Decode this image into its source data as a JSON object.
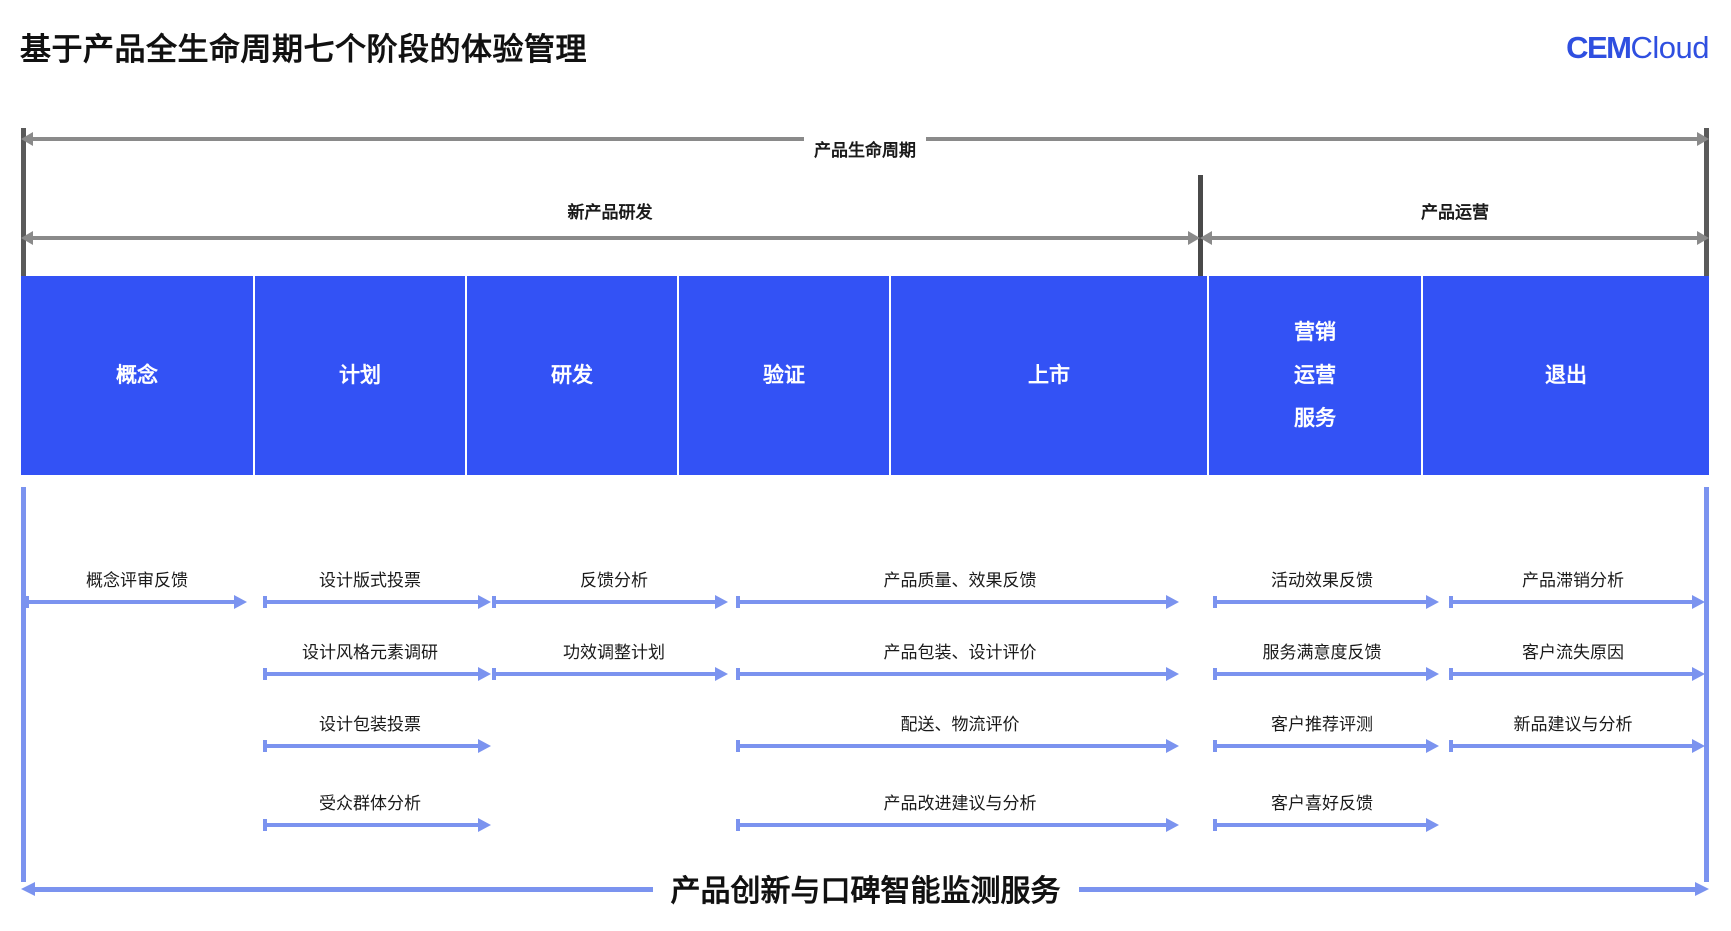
{
  "header": {
    "title": "基于产品全生命周期七个阶段的体验管理",
    "logo_primary": "CEM",
    "logo_secondary": "Cloud",
    "brand_color": "#2f4fe0"
  },
  "timeline": {
    "lifecycle_label": "产品生命周期",
    "phases": [
      {
        "label": "新产品研发"
      },
      {
        "label": "产品运营"
      }
    ]
  },
  "stages": {
    "accent_color": "#3352f5",
    "items": [
      {
        "lines": [
          "概念"
        ]
      },
      {
        "lines": [
          "计划"
        ]
      },
      {
        "lines": [
          "研发"
        ]
      },
      {
        "lines": [
          "验证"
        ]
      },
      {
        "lines": [
          "上市"
        ]
      },
      {
        "lines": [
          "营销",
          "运营",
          "服务"
        ]
      },
      {
        "lines": [
          "退出"
        ]
      }
    ]
  },
  "touchpoints": {
    "arrow_color": "#7b93ef",
    "rows": [
      [
        {
          "label": "概念评审反馈"
        },
        {
          "label": "设计版式投票"
        },
        {
          "label": "反馈分析"
        },
        {
          "label": "产品质量、效果反馈"
        },
        {
          "label": "活动效果反馈"
        },
        {
          "label": "产品滞销分析"
        }
      ],
      [
        {
          "label": "设计风格元素调研"
        },
        {
          "label": "功效调整计划"
        },
        {
          "label": "产品包装、设计评价"
        },
        {
          "label": "服务满意度反馈"
        },
        {
          "label": "客户流失原因"
        }
      ],
      [
        {
          "label": "设计包装投票"
        },
        {
          "label": "配送、物流评价"
        },
        {
          "label": "客户推荐评测"
        },
        {
          "label": "新品建议与分析"
        }
      ],
      [
        {
          "label": "受众群体分析"
        },
        {
          "label": "产品改进建议与分析"
        },
        {
          "label": "客户喜好反馈"
        }
      ]
    ]
  },
  "footer": {
    "summary_label": "产品创新与口碑智能监测服务"
  }
}
